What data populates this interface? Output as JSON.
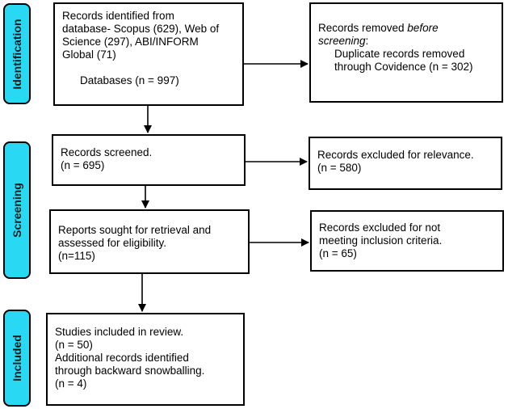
{
  "phases": {
    "identification": "Identification",
    "screening": "Screening",
    "included": "Included"
  },
  "identified": {
    "line1": "Records identified from",
    "line2": "database- Scopus (629), Web of",
    "line3": "Science (297), ABI/INFORM",
    "line4": "Global (71)",
    "databases": "Databases (n = 997)"
  },
  "removed": {
    "prefix": "Records removed ",
    "emph1": "before",
    "emph2": "screening",
    "suffix": ":",
    "line3": "Duplicate records removed",
    "line4": "through Covidence (n = 302)"
  },
  "screened": {
    "line1": "Records screened.",
    "line2": "(n = 695)"
  },
  "excluded_relevance": {
    "line1": "Records excluded for relevance.",
    "line2": "(n = 580)"
  },
  "retrieval": {
    "line1": "Reports sought for retrieval and",
    "line2": "assessed for eligibility.",
    "line3": "(n=115)"
  },
  "excluded_criteria": {
    "line1": "Records excluded for not",
    "line2": "meeting inclusion criteria.",
    "line3": "(n = 65)"
  },
  "included": {
    "line1": "Studies included in review.",
    "line2": "(n = 50)",
    "line3": "Additional records identified",
    "line4": "through backward snowballing.",
    "line5": "(n = 4)"
  }
}
